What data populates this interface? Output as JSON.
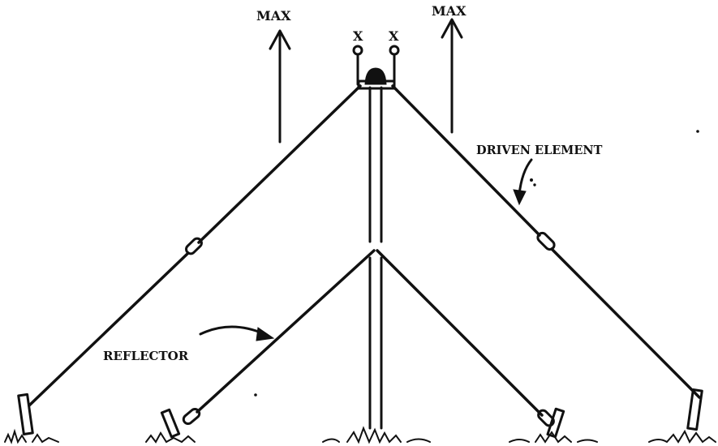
{
  "labels": {
    "max_left": "MAX",
    "max_right": "MAX",
    "terminal_left": "X",
    "terminal_right": "X",
    "driven_element": "DRIVEN ELEMENT",
    "reflector": "REFLECTOR"
  }
}
